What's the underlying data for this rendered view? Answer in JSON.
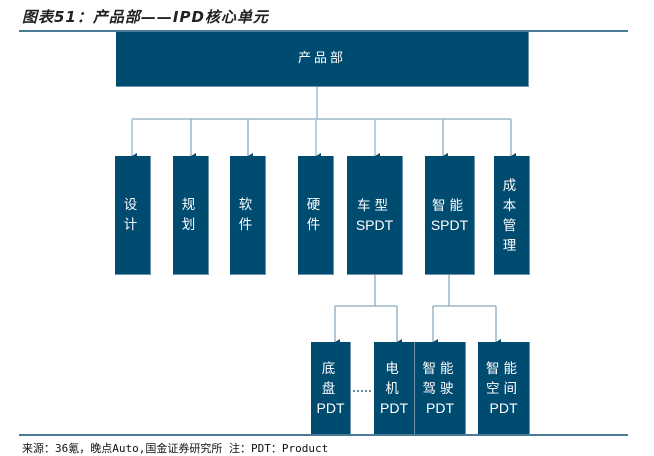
{
  "figure": {
    "title": "图表51：产品部——IPD核心单元",
    "source_note": "来源：36氪，晚点Auto,国金证券研究所 注：PDT：Product"
  },
  "colors": {
    "box_fill": "#004b70",
    "connector": "#8aa9bd",
    "rule": "#4a7a96",
    "text_on_box": "#ffffff"
  },
  "root": {
    "id": "product-dept",
    "label": "产品部"
  },
  "level1": [
    {
      "id": "design",
      "lines": [
        "设",
        "计"
      ]
    },
    {
      "id": "planning",
      "lines": [
        "规",
        "划"
      ]
    },
    {
      "id": "software",
      "lines": [
        "软",
        "件"
      ]
    },
    {
      "id": "hardware",
      "lines": [
        "硬",
        "件"
      ]
    },
    {
      "id": "vehicle-spdt",
      "lines": [
        "车型",
        "SPDT"
      ]
    },
    {
      "id": "smart-spdt",
      "lines": [
        "智能",
        "SPDT"
      ]
    },
    {
      "id": "cost-mgmt",
      "lines": [
        "成",
        "本",
        "管",
        "理"
      ]
    }
  ],
  "level2": [
    {
      "id": "chassis-pdt",
      "parent": "vehicle-spdt",
      "lines": [
        "底",
        "盘",
        "PDT"
      ]
    },
    {
      "id": "motor-pdt",
      "parent": "vehicle-spdt",
      "lines": [
        "电",
        "机",
        "PDT"
      ]
    },
    {
      "id": "adas-pdt",
      "parent": "smart-spdt",
      "lines": [
        "智能",
        "驾驶",
        "PDT"
      ]
    },
    {
      "id": "cabin-pdt",
      "parent": "smart-spdt",
      "lines": [
        "智能",
        "空间",
        "PDT"
      ]
    }
  ],
  "ellipsis": "……"
}
